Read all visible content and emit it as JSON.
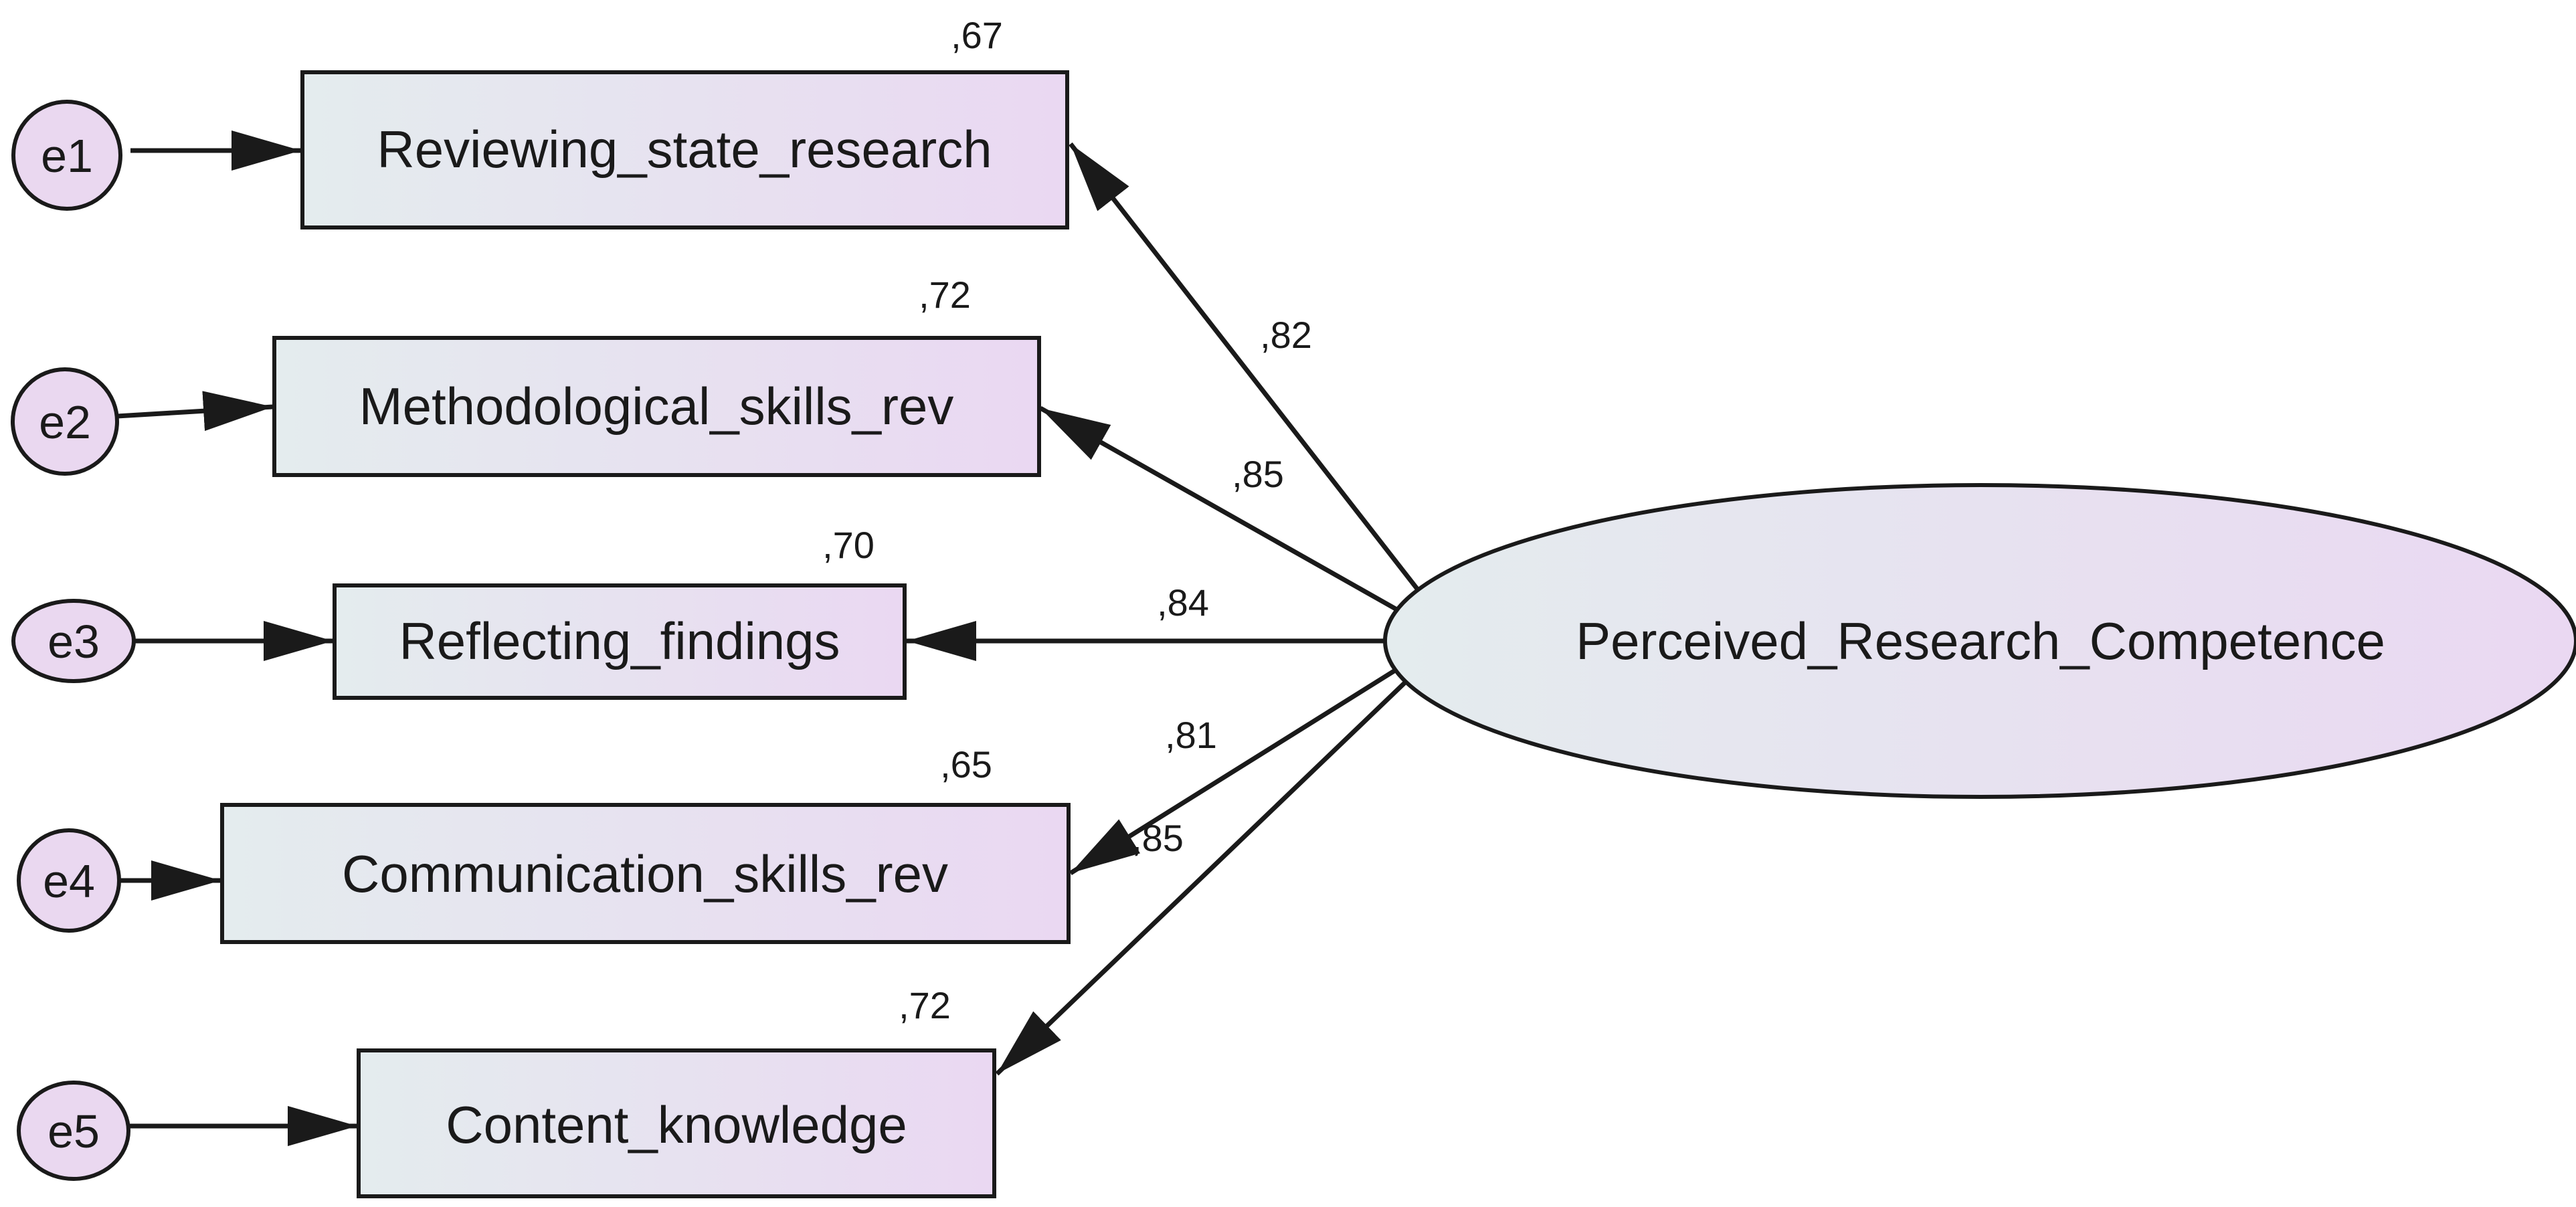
{
  "latent": {
    "label": "Perceived_Research_Competence"
  },
  "indicators": [
    {
      "error": "e1",
      "label": "Reviewing_state_research",
      "r2": ",67",
      "loading": ",82"
    },
    {
      "error": "e2",
      "label": "Methodological_skills_rev",
      "r2": ",72",
      "loading": ",85"
    },
    {
      "error": "e3",
      "label": "Reflecting_findings",
      "r2": ",70",
      "loading": ",84"
    },
    {
      "error": "e4",
      "label": "Communication_skills_rev",
      "r2": ",65",
      "loading": ",81"
    },
    {
      "error": "e5",
      "label": "Content_knowledge",
      "r2": ",72",
      "loading": ",85"
    }
  ],
  "colors": {
    "box_left": "#e4ecee",
    "box_right": "#ead8f2",
    "error_fill": "#ead8f0",
    "stroke": "#1a1a1a"
  }
}
